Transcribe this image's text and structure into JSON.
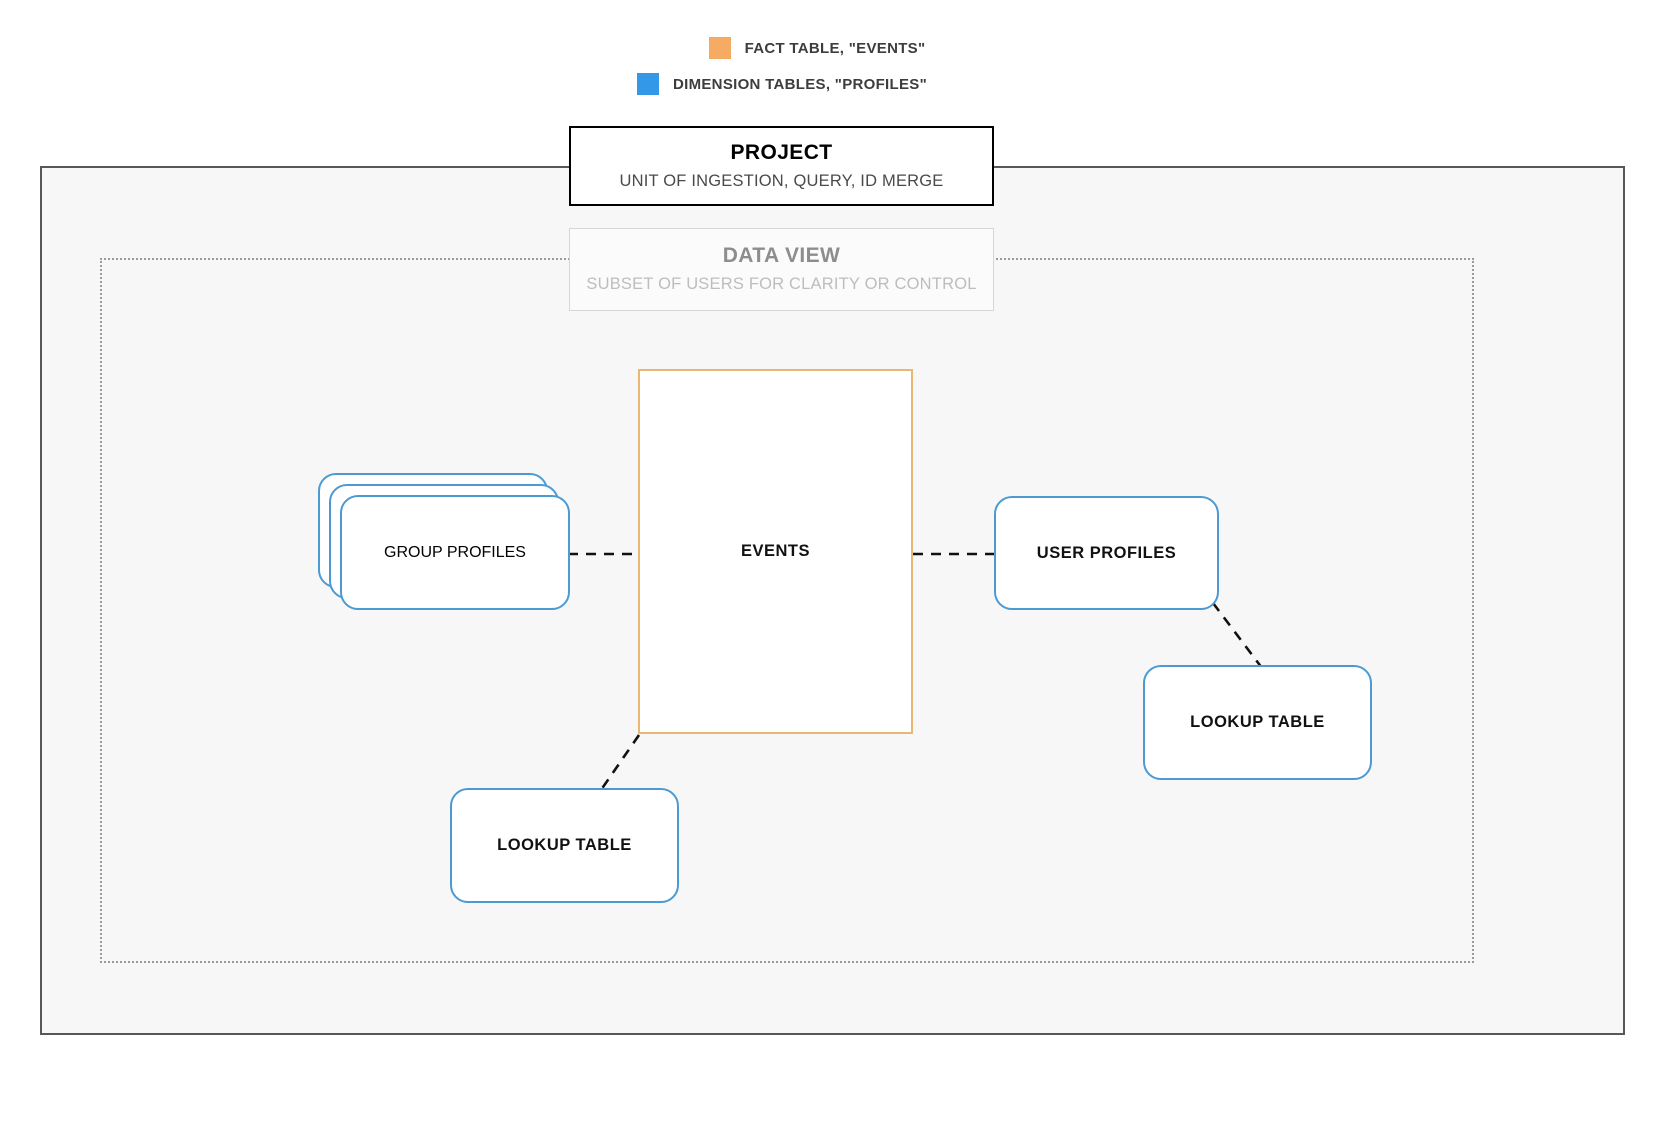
{
  "legend": {
    "items": [
      {
        "label": "FACT TABLE, \"EVENTS\"",
        "color": "#f5ab63",
        "icon": "square-swatch-icon"
      },
      {
        "label": "DIMENSION TABLES, \"PROFILES\"",
        "color": "#3498e8",
        "icon": "square-swatch-icon"
      }
    ]
  },
  "frames": {
    "project": {
      "title": "PROJECT",
      "subtitle": "UNIT OF INGESTION, QUERY, ID MERGE",
      "border_color": "#000000"
    },
    "data_view": {
      "title": "DATA VIEW",
      "subtitle": "SUBSET OF USERS FOR CLARITY OR CONTROL",
      "border_color": "#d6d6d6"
    }
  },
  "nodes": {
    "events": {
      "label": "EVENTS",
      "color": "#e8b873",
      "shape": "rectangle"
    },
    "group_profiles": {
      "label": "GROUP PROFILES",
      "color": "#4c9ad4",
      "shape": "stacked-rounded-rectangle",
      "stack_count": 3
    },
    "user_profiles": {
      "label": "USER PROFILES",
      "color": "#4c9ad4",
      "shape": "rounded-rectangle"
    },
    "lookup_table_left": {
      "label": "LOOKUP TABLE",
      "color": "#4c9ad4",
      "shape": "rounded-rectangle"
    },
    "lookup_table_right": {
      "label": "LOOKUP TABLE",
      "color": "#4c9ad4",
      "shape": "rounded-rectangle"
    }
  },
  "connectors": [
    {
      "name": "group-profiles-to-events",
      "style": "dashed",
      "color": "#111111"
    },
    {
      "name": "events-to-user-profiles",
      "style": "dashed",
      "color": "#111111"
    },
    {
      "name": "user-profiles-to-lookup-table-right",
      "style": "dashed",
      "color": "#111111"
    },
    {
      "name": "events-to-lookup-table-left",
      "style": "dashed",
      "color": "#111111"
    }
  ]
}
